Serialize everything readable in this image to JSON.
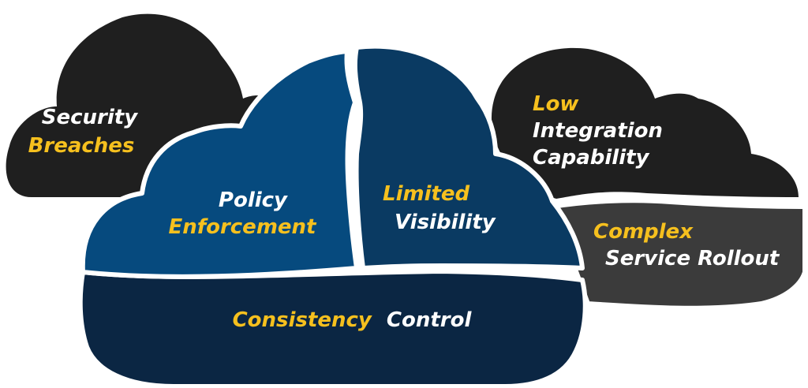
{
  "colors": {
    "dark_cloud": "#1f1f1f",
    "grey_cloud": "#3b3b3b",
    "blue_light": "#064a7e",
    "blue_mid": "#0a3a62",
    "navy": "#0b2643",
    "outline": "#ffffff",
    "accent": "#f6c01e",
    "text": "#ffffff"
  },
  "clouds": {
    "security": {
      "line1": "Security",
      "line2": "Breaches"
    },
    "integration": {
      "line1": "Low",
      "line2": "Integration",
      "line3": "Capability"
    },
    "rollout": {
      "line1": "Complex",
      "line2": "Service Rollout"
    },
    "policy": {
      "line1": "Policy",
      "line2": "Enforcement"
    },
    "visibility": {
      "line1": "Limited",
      "line2": "Visibility"
    },
    "consistency": {
      "word1": "Consistency",
      "word2": "Control"
    }
  }
}
